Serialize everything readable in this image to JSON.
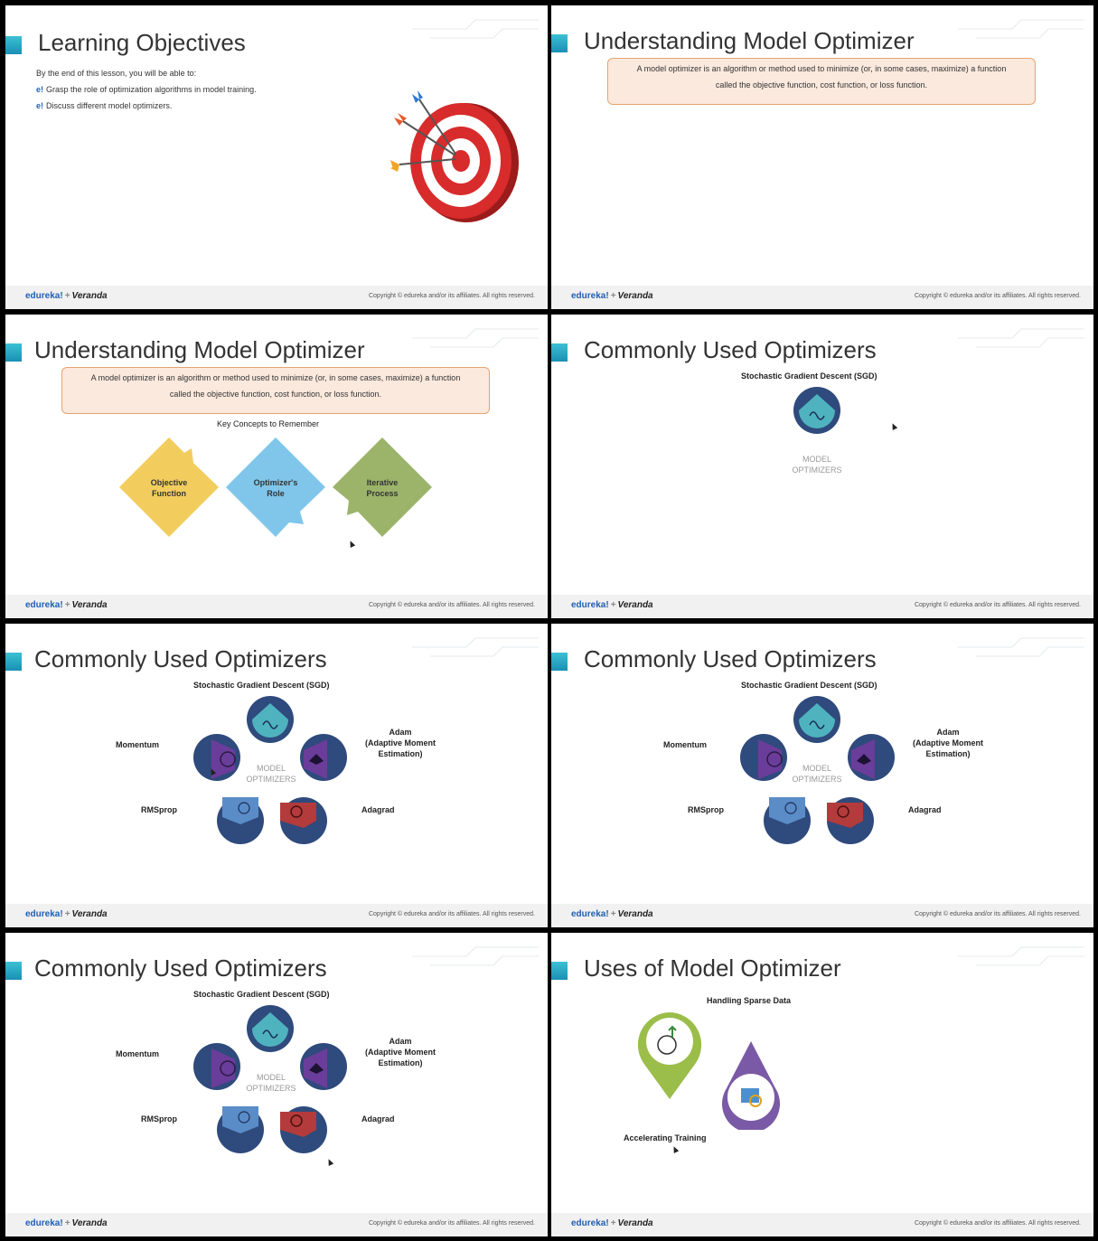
{
  "footer": {
    "brand": "edureka!",
    "plus": "+",
    "partner": "Veranda",
    "copyright": "Copyright © edureka and/or its affiliates. All rights reserved."
  },
  "slide1": {
    "title": "Learning Objectives",
    "intro": "By the end of this lesson, you will be able to:",
    "bullet_marker": "e!",
    "bullets": [
      "Grasp the role of optimization algorithms in model training.",
      "Discuss different model optimizers."
    ]
  },
  "slide2": {
    "title": "Understanding Model Optimizer",
    "definition_line1": "A model optimizer is an algorithm or method used to minimize (or, in some cases, maximize) a function",
    "definition_line2": "called the objective function, cost function, or loss function."
  },
  "slide3": {
    "title": "Understanding Model Optimizer",
    "definition_line1": "A model optimizer is an algorithm or method used to minimize (or, in some cases, maximize) a function",
    "definition_line2": "called the objective function, cost function, or loss function.",
    "key_concepts_title": "Key Concepts to Remember",
    "concepts": [
      {
        "line1": "Objective",
        "line2": "Function",
        "color": "#f2cd5e"
      },
      {
        "line1": "Optimizer's",
        "line2": "Role",
        "color": "#7fc6ea"
      },
      {
        "line1": "Iterative",
        "line2": "Process",
        "color": "#9bb46a"
      }
    ]
  },
  "optimizers": {
    "title": "Commonly Used Optimizers",
    "sgd": "Stochastic Gradient Descent (SGD)",
    "center_line1": "MODEL",
    "center_line2": "OPTIMIZERS",
    "momentum": "Momentum",
    "adam_line1": "Adam",
    "adam_line2": "(Adaptive Moment",
    "adam_line3": "Estimation)",
    "rmsprop": "RMSprop",
    "adagrad": "Adagrad"
  },
  "slide8": {
    "title": "Uses of Model Optimizer",
    "use1": "Handling Sparse Data",
    "use2": "Accelerating Training"
  },
  "colors": {
    "accent": "#1a8fb5",
    "navy": "#2f4a7c",
    "teal": "#4fb3bf",
    "purple": "#6a3d9a",
    "red": "#b33b3b",
    "green": "#9bbd4a",
    "violet": "#7a5aa6"
  }
}
